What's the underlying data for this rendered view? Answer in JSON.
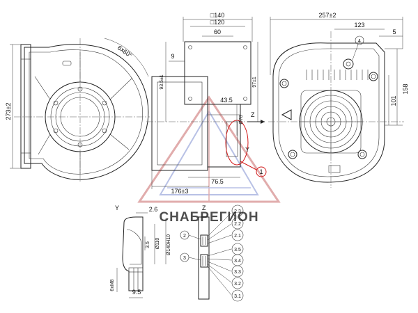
{
  "front_view": {
    "dim_height": "273±2",
    "dim_holes": "6x60°"
  },
  "side_view": {
    "dim_square_140": "□140",
    "dim_square_120": "□120",
    "dim_60": "60",
    "dim_9": "9",
    "dim_93_5": "93.5±1",
    "dim_97": "97±1",
    "dim_43_5": "43.5",
    "dim_dia78": "Ø78",
    "dim_76_5": "76.5",
    "dim_176": "176±3",
    "label_z": "Z",
    "label_y": "Y"
  },
  "back_view": {
    "dim_257": "257±2",
    "dim_123": "123",
    "dim_5": "5",
    "dim_158": "158",
    "dim_101": "101"
  },
  "callouts": {
    "c1": "1",
    "c2": "2",
    "c3": "3",
    "c4": "4"
  },
  "detail_y": {
    "title": "Y",
    "dim_2_6": "2.6",
    "dim_3_5": "3.5",
    "dim_dia110": "Ø110",
    "dim_dia140": "Ø140H10",
    "dim_m8": "6xM8",
    "dim_9_5": "9.5"
  },
  "detail_z": {
    "title": "Z",
    "pins": [
      "2.3",
      "2.2",
      "2.1",
      "3.5",
      "3.4",
      "3.3",
      "3.2",
      "3.1"
    ]
  },
  "watermark": {
    "text": "СНАБРЕГИОН"
  },
  "colors": {
    "line": "#222222",
    "callout": "#d21a1a",
    "watermark": "#9aa7d8"
  }
}
